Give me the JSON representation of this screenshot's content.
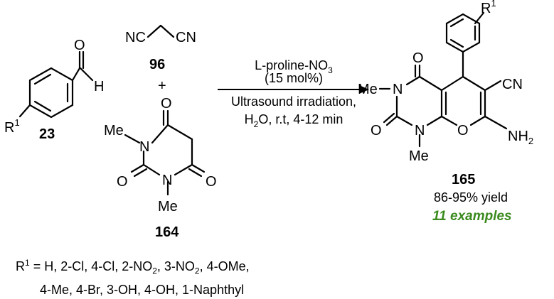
{
  "reactant_aldehyde": {
    "substituent": "R",
    "substituent_sup": "1",
    "oxygen": "O",
    "hydrogen": "H",
    "number": "23"
  },
  "reactant_malononitrile": {
    "left": "NC",
    "right": "CN",
    "number": "96"
  },
  "plus": "+",
  "reactant_barbituric": {
    "o_top": "O",
    "o_left": "O",
    "o_right": "O",
    "n_top": "N",
    "n_bottom": "N",
    "me_top": "Me",
    "me_bottom": "Me",
    "number": "164"
  },
  "conditions": {
    "catalyst_base": "L-proline-NO",
    "catalyst_sub": "3",
    "loading": "(15 mol%)",
    "energy": "Ultrasound irradiation,",
    "solvent_h": "H",
    "solvent_sub": "2",
    "solvent_rest": "O, r.t, 4-12 min"
  },
  "product": {
    "substituent": "R",
    "substituent_sup": "1",
    "o_top": "O",
    "o_left": "O",
    "o_ring": "O",
    "n_top": "N",
    "n_bottom": "N",
    "me_top": "Me",
    "me_bottom": "Me",
    "cn": "CN",
    "nh_base": "NH",
    "nh_sub": "2",
    "number": "165",
    "yield": "86-95% yield",
    "examples": "11 examples",
    "examples_color": "#3a8a1e"
  },
  "substituents": {
    "label": "R",
    "label_sup": "1",
    "line1": " = H, 2-Cl, 4-Cl, 2-NO",
    "line1_sub1": "2",
    "line1_mid": ", 3-NO",
    "line1_sub2": "2",
    "line1_end": ", 4-OMe,",
    "line2": "4-Me, 4-Br, 3-OH, 4-OH, 1-Naphthyl"
  }
}
